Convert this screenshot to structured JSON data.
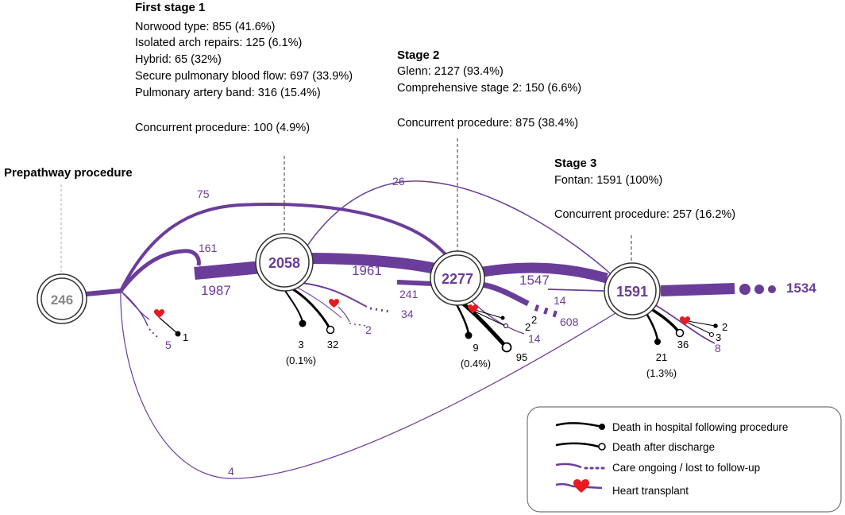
{
  "prepathway": {
    "title": "Prepathway procedure",
    "node": "246",
    "out_lost": "5",
    "out_death": "1",
    "to_stage1": "161",
    "to_stage2": "75",
    "to_stage3": "4"
  },
  "stage1": {
    "title": "First stage 1",
    "lines": [
      "Norwood type: 855 (41.6%)",
      "Isolated arch repairs: 125 (6.1%)",
      "Hybrid: 65 (32%)",
      "Secure pulmonary blood flow: 697 (33.9%)",
      "Pulmonary artery band: 316 (15.4%)"
    ],
    "concurrent": "Concurrent procedure: 100 (4.9%)",
    "inflow": "1987",
    "node": "2058",
    "to_stage2": "1961",
    "to_stage3": "26",
    "death_hospital": "3",
    "death_hospital_pct": "(0.1%)",
    "death_discharge": "32",
    "lost": "2",
    "ongoing": "34"
  },
  "stage2": {
    "title": "Stage 2",
    "lines": [
      "Glenn: 2127 (93.4%)",
      "Comprehensive stage 2: 150 (6.6%)"
    ],
    "concurrent": "Concurrent procedure: 875 (38.4%)",
    "inflow": "241",
    "node": "2277",
    "to_stage3": "1547",
    "death_hospital": "9",
    "death_hospital_pct": "(0.4%)",
    "death_discharge": "95",
    "tx_death_hospital": "2",
    "tx_death_discharge": "2",
    "lost": "14",
    "ongoing": "608"
  },
  "stage3": {
    "title": "Stage 3",
    "lines": [
      "Fontan: 1591 (100%)"
    ],
    "concurrent": "Concurrent procedure: 257 (16.2%)",
    "inflow": "14",
    "node": "1591",
    "outflow": "1534",
    "death_hospital": "21",
    "death_hospital_pct": "(1.3%)",
    "death_discharge": "36",
    "tx_death_hospital": "2",
    "tx_death_discharge": "3",
    "lost": "8"
  },
  "legend": {
    "items": [
      "Death in hospital following procedure",
      "Death after discharge",
      "Care ongoing / lost to follow-up",
      "Heart transplant"
    ]
  },
  "colors": {
    "flow": "#6a3d9a",
    "death": "#000000",
    "heart": "#e8191f",
    "node_border": "#333333",
    "prepathway_text": "#888888"
  }
}
